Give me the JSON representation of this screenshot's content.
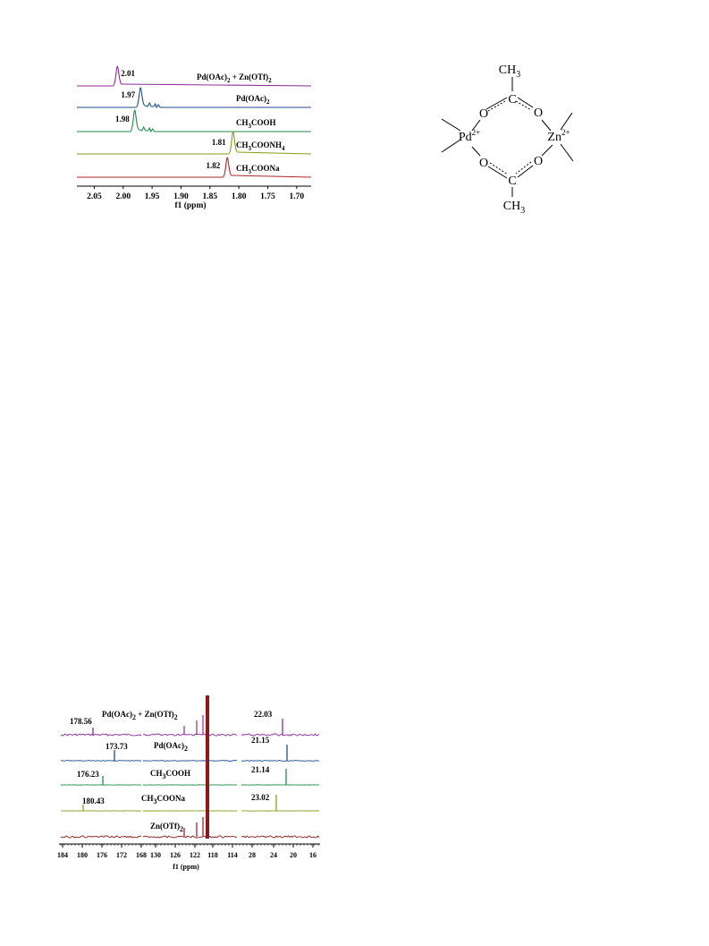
{
  "h1_spectrum": {
    "axis_label": "f1 (ppm)",
    "ticks": [
      "2.05",
      "2.00",
      "1.95",
      "1.90",
      "1.85",
      "1.80",
      "1.75",
      "1.70"
    ],
    "traces": [
      {
        "label": "Pd(OAc)2 + Zn(OTf)2",
        "label_parts": [
          "Pd(OAc)",
          "2",
          " + Zn(OTf)",
          "2"
        ],
        "peak_label": "2.01",
        "peak_ppm": 2.01,
        "color": "#8e2b9a"
      },
      {
        "label": "Pd(OAc)2",
        "label_parts": [
          "Pd(OAc)",
          "2"
        ],
        "peak_label": "1.97",
        "peak_ppm": 1.97,
        "color": "#1f4e8c"
      },
      {
        "label": "CH3COOH",
        "label_parts": [
          "CH",
          "3",
          "COOH"
        ],
        "peak_label": "1.98",
        "peak_ppm": 1.98,
        "color": "#1f8a4c"
      },
      {
        "label": "CH3COONH4",
        "label_parts": [
          "CH",
          "3",
          "COONH",
          "4"
        ],
        "peak_label": "1.81",
        "peak_ppm": 1.81,
        "color": "#8a9a1a"
      },
      {
        "label": "CH3COONa",
        "label_parts": [
          "CH",
          "3",
          "COONa"
        ],
        "peak_label": "1.82",
        "peak_ppm": 1.82,
        "color": "#b0242e"
      }
    ]
  },
  "structure": {
    "top_group": "CH3",
    "bottom_group": "CH3",
    "carbon": "C",
    "oxygen": "O",
    "metal_left": "Pd",
    "metal_left_charge": "2+",
    "metal_right": "Zn",
    "metal_right_charge": "2+"
  },
  "c13_spectrum": {
    "axis_label": "f1 (ppm)",
    "ticks": [
      "184",
      "180",
      "176",
      "172",
      "168",
      "130",
      "126",
      "122",
      "118",
      "114",
      "28",
      "24",
      "20",
      "16"
    ],
    "traces": [
      {
        "label": "Pd(OAc)2 + Zn(OTf)2",
        "label_parts": [
          "Pd(OAc)",
          "2",
          " + Zn(OTf)",
          "2"
        ],
        "left_peak": "178.56",
        "right_peak": "22.03",
        "color": "#8e2b9a"
      },
      {
        "label": "Pd(OAc)2",
        "label_parts": [
          "Pd(OAc)",
          "2"
        ],
        "left_peak": "173.73",
        "right_peak": "21.15",
        "color": "#1f4e8c"
      },
      {
        "label": "CH3COOH",
        "label_parts": [
          "CH",
          "3",
          "COOH"
        ],
        "left_peak": "176.23",
        "right_peak": "21.14",
        "color": "#1f8a4c"
      },
      {
        "label": "CH3COONa",
        "label_parts": [
          "CH",
          "3",
          "COONa"
        ],
        "left_peak": "180.43",
        "right_peak": "23.02",
        "color": "#8a9a1a"
      },
      {
        "label": "Zn(OTf)2",
        "label_parts": [
          "Zn(OTf)",
          "2"
        ],
        "left_peak": "",
        "right_peak": "",
        "color": "#8b1a1a"
      }
    ]
  }
}
